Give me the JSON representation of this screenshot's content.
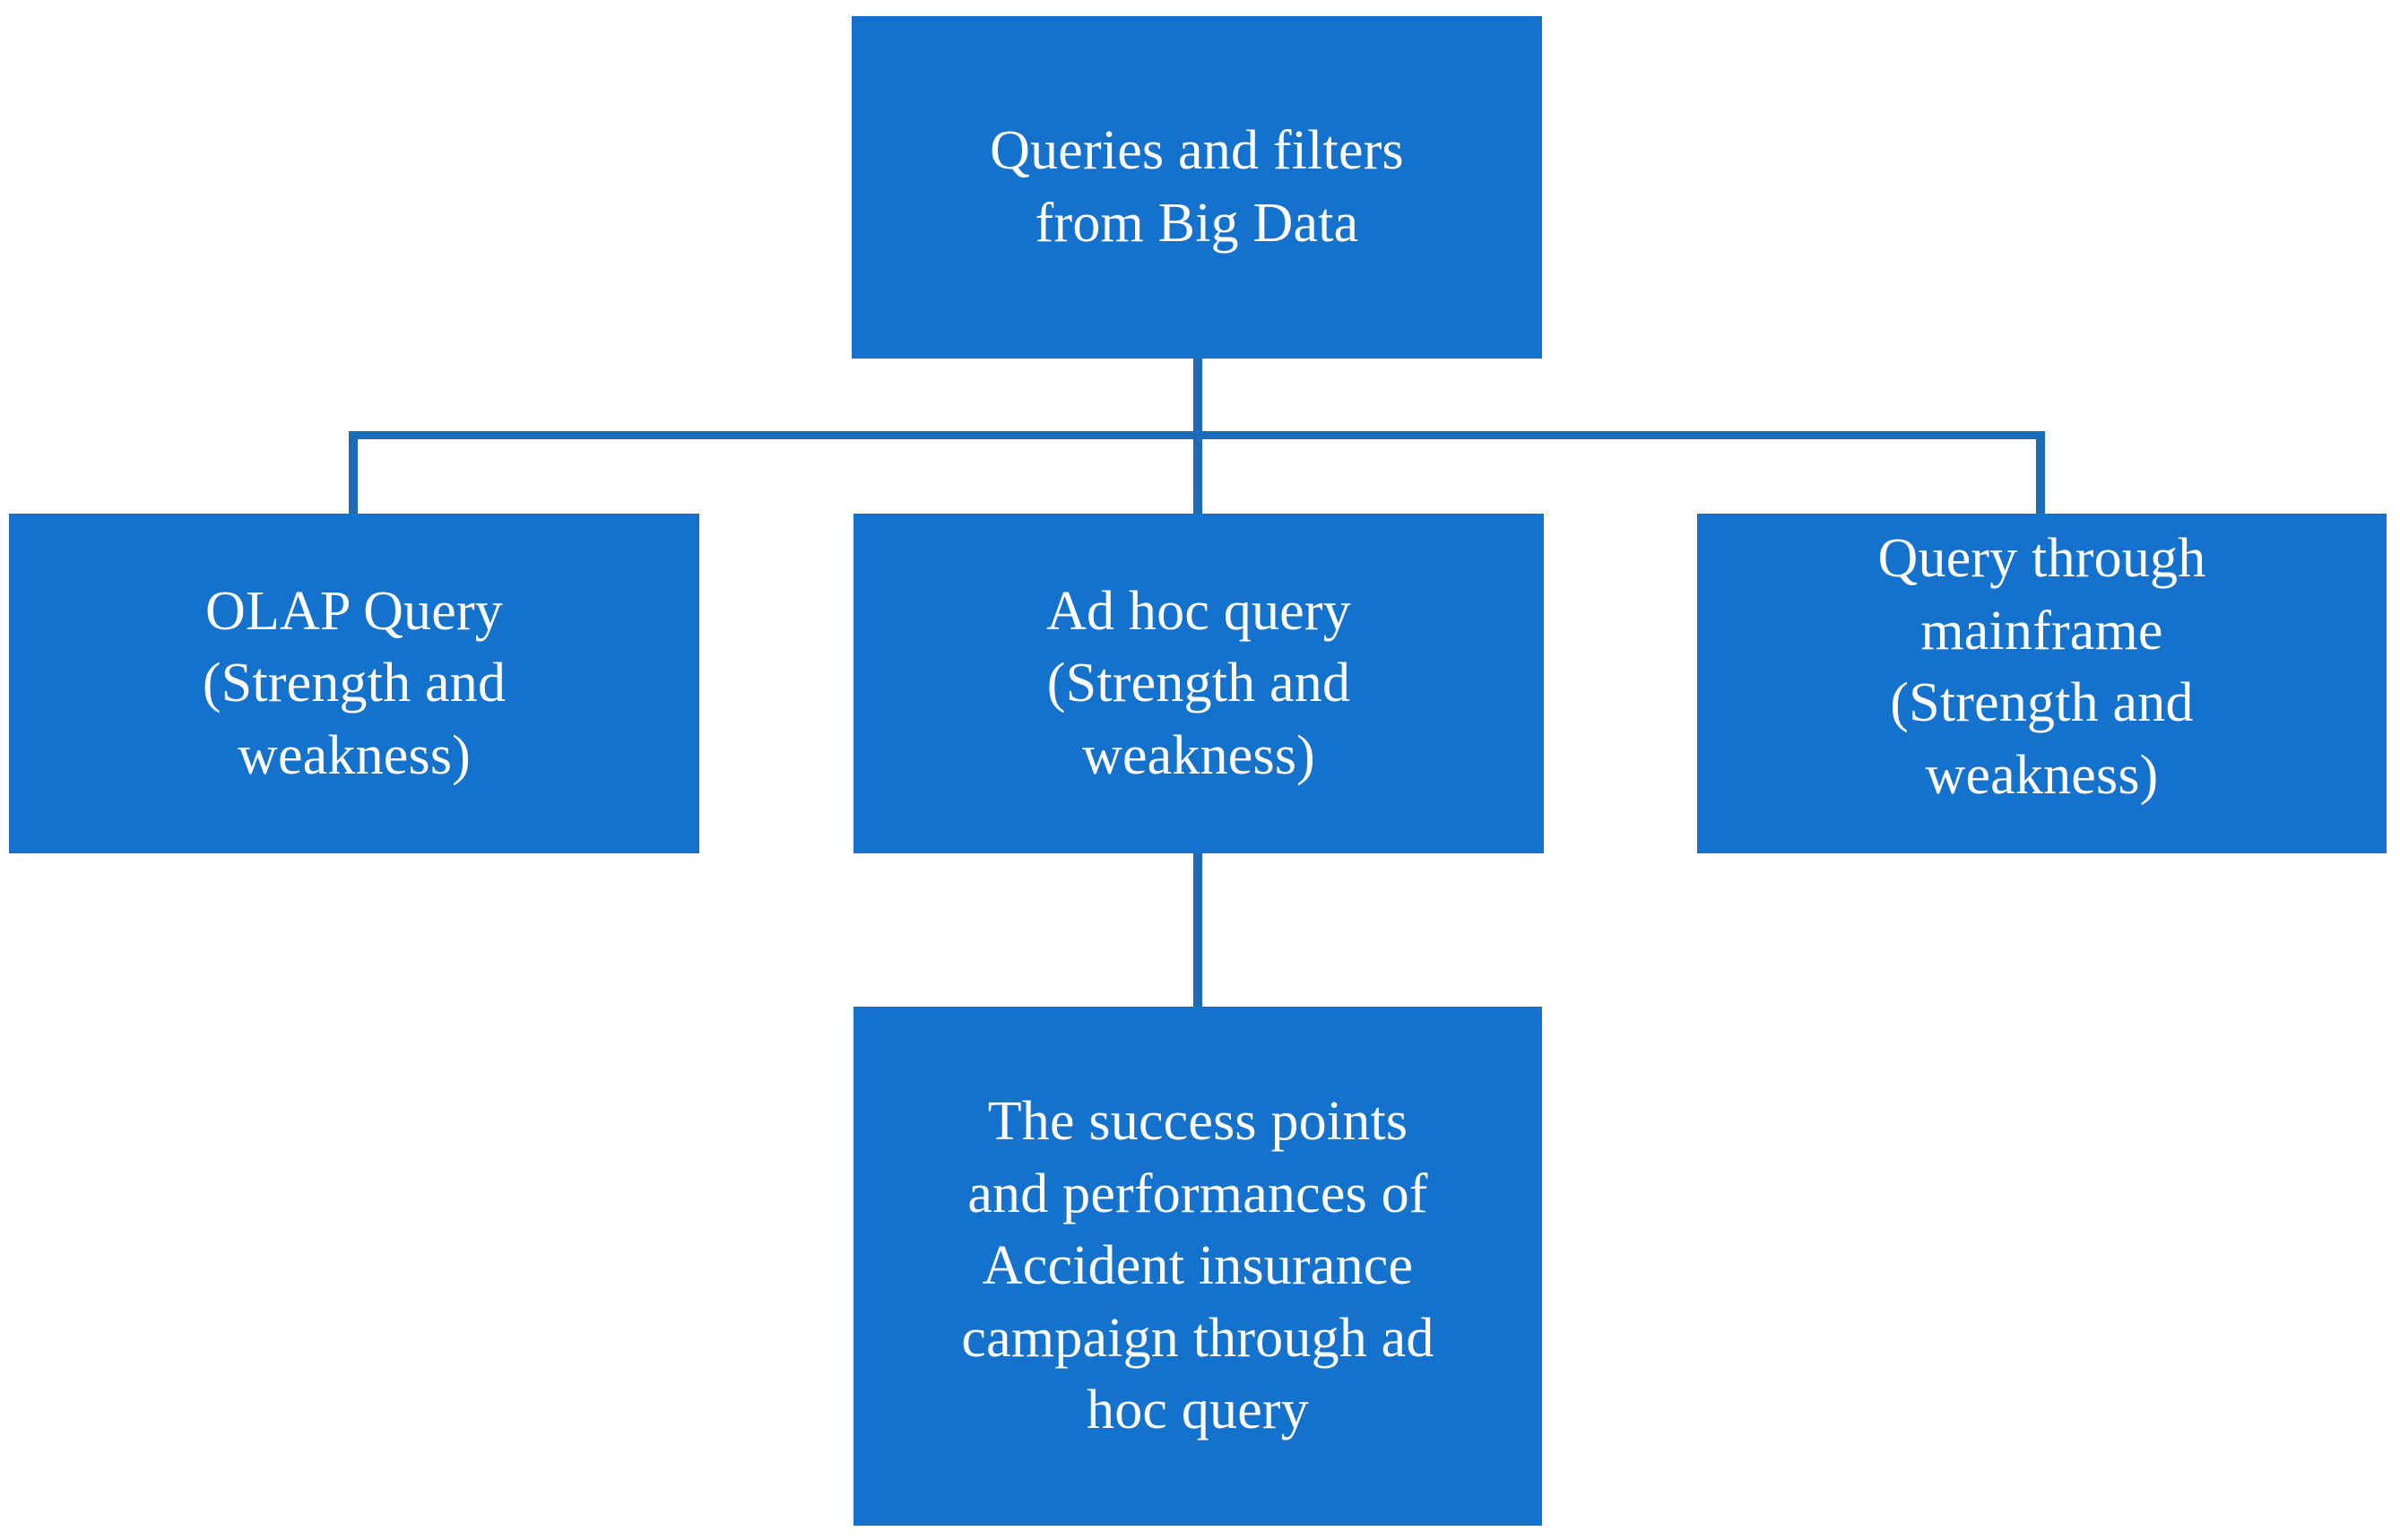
{
  "diagram": {
    "title": "Queries and filters from Big Data hierarchy",
    "type": "flowchart",
    "colors": {
      "node_fill": "#1572CC",
      "node_text": "#FFFFFF",
      "connector": "#1C6BB8",
      "background": "#FFFFFF"
    },
    "nodes": {
      "root": {
        "label": "Queries and filters\nfrom Big Data",
        "level": 1
      },
      "olap": {
        "label": "OLAP Query\n(Strength and\nweakness)",
        "level": 2
      },
      "adhoc": {
        "label": "Ad hoc query\n(Strength and\nweakness)",
        "level": 2
      },
      "mainframe": {
        "label": "Query through\nmainframe\n(Strength and\nweakness)",
        "level": 2
      },
      "outcome": {
        "label": "The success points\nand performances of\nAccident insurance\ncampaign through ad\nhoc query",
        "level": 3
      }
    },
    "connectors": [
      {
        "name": "root-to-bus",
        "from": "root",
        "to": "bus"
      },
      {
        "name": "bus-to-olap",
        "from": "bus",
        "to": "olap"
      },
      {
        "name": "bus-to-adhoc",
        "from": "bus",
        "to": "adhoc"
      },
      {
        "name": "bus-to-mainframe",
        "from": "bus",
        "to": "mainframe"
      },
      {
        "name": "adhoc-to-outcome",
        "from": "adhoc",
        "to": "outcome"
      }
    ]
  }
}
